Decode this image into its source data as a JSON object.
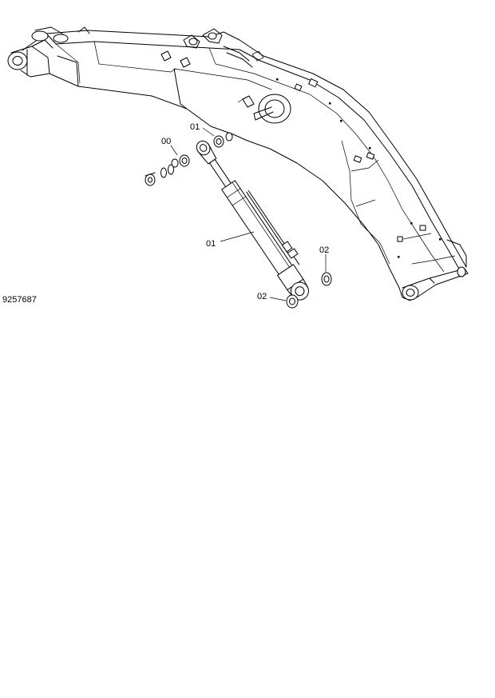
{
  "drawing_number": "9257687",
  "callouts": [
    {
      "id": "callout-00-upper",
      "text": "00"
    },
    {
      "id": "callout-01-left",
      "text": "01"
    },
    {
      "id": "callout-01-right",
      "text": "01"
    },
    {
      "id": "callout-02-right",
      "text": "02"
    },
    {
      "id": "callout-02-lower",
      "text": "02"
    }
  ]
}
